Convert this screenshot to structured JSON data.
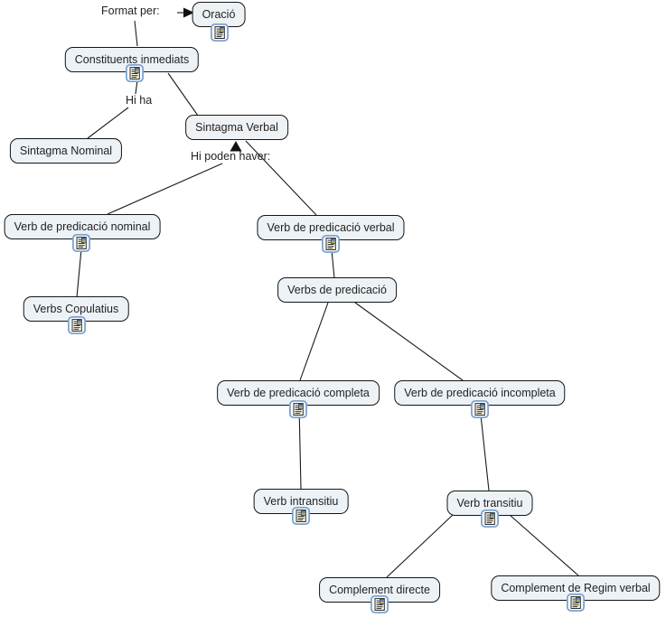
{
  "diagram": {
    "type": "concept-map",
    "language": "Catalan",
    "nodes": [
      {
        "id": "oracio",
        "label": "Oració",
        "has_resource_icon": true
      },
      {
        "id": "constituents-inmediats",
        "label": "Constituents inmediats",
        "has_resource_icon": true
      },
      {
        "id": "sintagma-nominal",
        "label": "Sintagma Nominal",
        "has_resource_icon": false
      },
      {
        "id": "sintagma-verbal",
        "label": "Sintagma Verbal",
        "has_resource_icon": false
      },
      {
        "id": "verb-predicacio-nominal",
        "label": "Verb de predicació nominal",
        "has_resource_icon": true
      },
      {
        "id": "verb-predicacio-verbal",
        "label": "Verb de predicació verbal",
        "has_resource_icon": true
      },
      {
        "id": "verbs-copulatius",
        "label": "Verbs Copulatius",
        "has_resource_icon": true
      },
      {
        "id": "verbs-de-predicacio",
        "label": "Verbs de predicació",
        "has_resource_icon": false
      },
      {
        "id": "verb-predicacio-completa",
        "label": "Verb de predicació completa",
        "has_resource_icon": true
      },
      {
        "id": "verb-predicacio-incompleta",
        "label": "Verb de predicació incompleta",
        "has_resource_icon": true
      },
      {
        "id": "verb-intransitiu",
        "label": "Verb intransitiu",
        "has_resource_icon": true
      },
      {
        "id": "verb-transitiu",
        "label": "Verb transitiu",
        "has_resource_icon": true
      },
      {
        "id": "complement-directe",
        "label": "Complement directe",
        "has_resource_icon": true
      },
      {
        "id": "complement-regim-verbal",
        "label": "Complement de Regim verbal",
        "has_resource_icon": true
      }
    ],
    "linking_phrases": [
      {
        "id": "format-per",
        "label": "Format per:"
      },
      {
        "id": "hi-ha",
        "label": "Hi ha"
      },
      {
        "id": "hi-poden-haver",
        "label": "Hi poden haver:"
      }
    ],
    "icons": {
      "resource": "document-with-image-thumbnail"
    },
    "style": {
      "background": "#ffffff",
      "node_fill": "#edf2f6",
      "node_border": "#151515",
      "text_color": "#232323",
      "line_color": "#1a1a1a",
      "arrow_color": "#111111",
      "resource_icon_border": "#7aa3d1"
    }
  }
}
